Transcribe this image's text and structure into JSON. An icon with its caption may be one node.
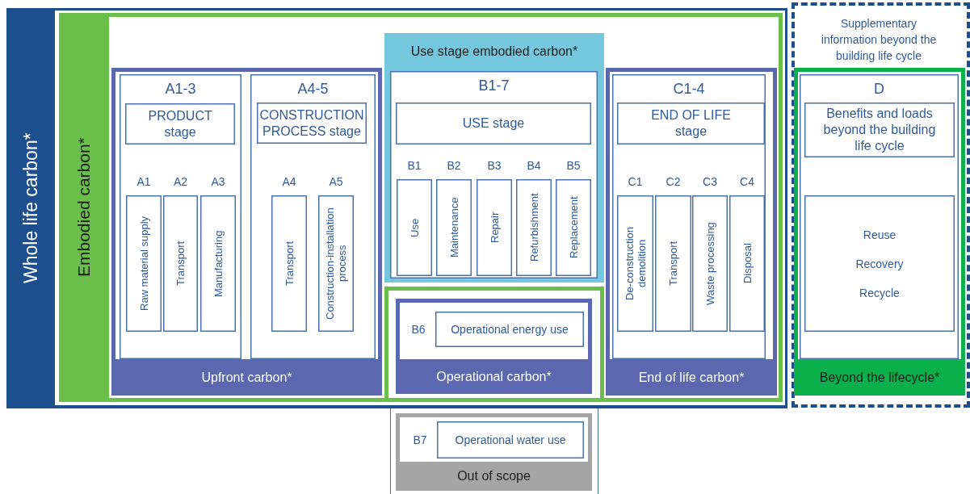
{
  "diagram": {
    "nodes": [
      {
        "text": [
          "Whole life carbon*"
        ]
      },
      {
        "text": [
          "Embodied carbon*"
        ],
        "in": 0
      },
      {
        "text": [
          "Upfront carbon*"
        ],
        "in": 1
      },
      {
        "text": [
          "A1-3"
        ],
        "in": 2
      },
      {
        "text": [
          "PRODUCT stage"
        ],
        "in": 3
      },
      {
        "text": [
          "A1",
          "Raw material supply"
        ],
        "in": 3
      },
      {
        "text": [
          "A2",
          "Transport"
        ],
        "in": 3
      },
      {
        "text": [
          "A3",
          "Manufacturing"
        ],
        "in": 3
      },
      {
        "text": [
          "A4-5"
        ],
        "in": 2
      },
      {
        "text": [
          "CONSTRUCTION PROCESS stage"
        ],
        "in": 8
      },
      {
        "text": [
          "A4",
          "Transport"
        ],
        "in": 8
      },
      {
        "text": [
          "A5",
          "Construction-installation process"
        ],
        "in": 8
      },
      {
        "text": [
          "Use stage embodied carbon*"
        ],
        "in": 1
      },
      {
        "text": [
          "B1-7"
        ],
        "in": 12
      },
      {
        "text": [
          "USE stage"
        ],
        "in": 13
      },
      {
        "text": [
          "B1",
          "Use"
        ],
        "in": 13
      },
      {
        "text": [
          "B2",
          "Maintenance"
        ],
        "in": 13
      },
      {
        "text": [
          "B3",
          "Repair"
        ],
        "in": 13
      },
      {
        "text": [
          "B4",
          "Refurbishment"
        ],
        "in": 13
      },
      {
        "text": [
          "B5",
          "Replacement"
        ],
        "in": 13
      },
      {
        "text": [
          "Operational carbon*"
        ],
        "in": 1
      },
      {
        "text": [
          "B6",
          "Operational energy use"
        ],
        "in": 20
      },
      {
        "text": [
          "End of life carbon*"
        ],
        "in": 1
      },
      {
        "text": [
          "C1-4"
        ],
        "in": 22
      },
      {
        "text": [
          "END OF LIFE stage"
        ],
        "in": 23
      },
      {
        "text": [
          "C1",
          "De-construction demolition"
        ],
        "in": 23
      },
      {
        "text": [
          "C2",
          "Transport"
        ],
        "in": 23
      },
      {
        "text": [
          "C3",
          "Waste processing"
        ],
        "in": 23
      },
      {
        "text": [
          "C4",
          "Disposal"
        ],
        "in": 23
      },
      {
        "text": [
          "Out of scope"
        ]
      },
      {
        "text": [
          "B7",
          "Operational water use"
        ],
        "in": 29
      },
      {
        "text": [
          "Supplementary information beyond the building life cycle"
        ]
      },
      {
        "text": [
          "Beyond the lifecycle*"
        ],
        "in": 31
      },
      {
        "text": [
          "D"
        ],
        "in": 32
      },
      {
        "text": [
          "Benefits and loads beyond the building life cycle"
        ],
        "in": 33
      },
      {
        "text": [
          "Reuse",
          "Recovery",
          "Recycle"
        ],
        "in": 33
      }
    ]
  }
}
